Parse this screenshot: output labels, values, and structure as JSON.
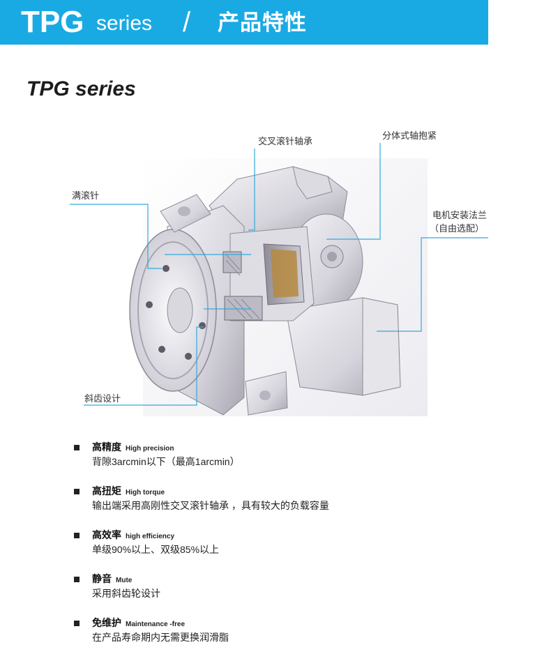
{
  "banner": {
    "model": "TPG",
    "series_word": "series",
    "divider": "/",
    "title_cn": "产品特性",
    "color": "#1aaae3"
  },
  "subtitle": "TPG series",
  "diagram": {
    "callouts": {
      "cross_roller_bearing": "交叉滚针轴承",
      "split_clamp": "分体式轴抱紧",
      "full_needle": "满滚针",
      "motor_flange": "电机安装法兰",
      "motor_flange_note": "（自由选配）",
      "helical_gear": "斜齿设计"
    },
    "line_color": "#33a9dc"
  },
  "features": [
    {
      "title_cn": "高精度",
      "title_en": "High precision",
      "desc": "背隙3arcmin以下（最高1arcmin）"
    },
    {
      "title_cn": "高扭矩",
      "title_en": "High torque",
      "desc": "输出端采用高刚性交叉滚针轴承 ，具有较大的负载容量"
    },
    {
      "title_cn": "高效率",
      "title_en": "high efficiency",
      "desc": "单级90%以上、双级85%以上"
    },
    {
      "title_cn": "静音",
      "title_en": "Mute",
      "desc": "采用斜齿轮设计"
    },
    {
      "title_cn": "免维护",
      "title_en": "Maintenance -free",
      "desc": "在产品寿命期内无需更换润滑脂"
    }
  ]
}
